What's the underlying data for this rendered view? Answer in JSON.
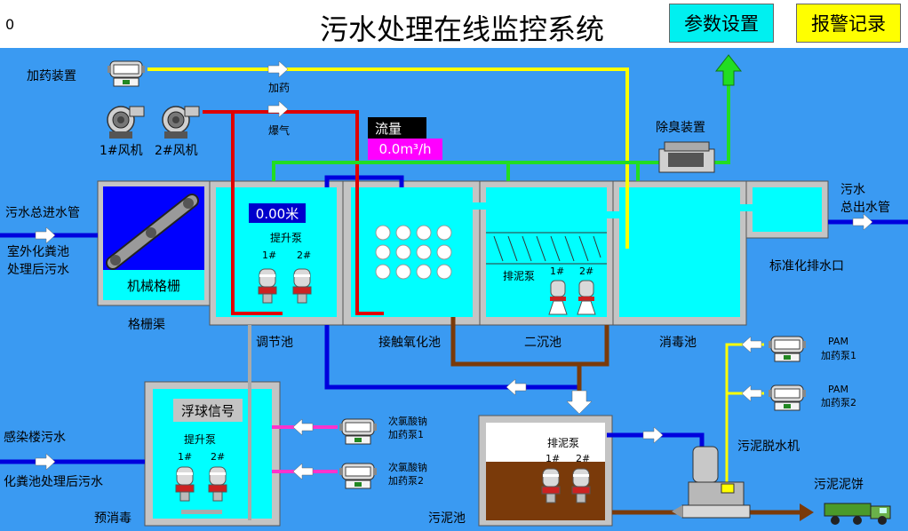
{
  "header": {
    "counter": "0",
    "title": "污水处理在线监控系统",
    "params_button": "参数设置",
    "alarm_button": "报警记录"
  },
  "equipment": {
    "dosing_device": "加药装置",
    "fan1": "1#风机",
    "fan2": "2#风机",
    "dosing_arrow": "加药",
    "aeration_arrow": "爆气",
    "deodorizer": "除臭装置",
    "flow_title": "流量",
    "flow_value": "0.0m³/h",
    "screen_machine": "机械格栅",
    "level_value": "0.00米",
    "lift_pump": "提升泵",
    "pump1": "1#",
    "pump2": "2#",
    "sludge_pump": "排泥泵",
    "float_signal": "浮球信号",
    "naclo_pump1_a": "次氯酸钠",
    "naclo_pump1_b": "加药泵1",
    "naclo_pump2_a": "次氯酸钠",
    "naclo_pump2_b": "加药泵2",
    "pam_pump1_a": "PAM",
    "pam_pump1_b": "加药泵1",
    "pam_pump2_a": "PAM",
    "pam_pump2_b": "加药泵2",
    "dewatering": "污泥脱水机",
    "sludge_cake": "污泥泥饼"
  },
  "tanks": {
    "screen_channel": "格栅渠",
    "regulating": "调节池",
    "contact_oxidation": "接触氧化池",
    "secondary_clarifier": "二沉池",
    "disinfection": "消毒池",
    "outlet": "标准化排水口",
    "pre_disinfection": "预消毒",
    "sludge_tank": "污泥池"
  },
  "flows": {
    "inlet_main": "污水总进水管",
    "inlet_septic_a": "室外化粪池",
    "inlet_septic_b": "处理后污水",
    "outlet_a": "污水",
    "outlet_b": "总出水管",
    "infect_a": "感染楼污水",
    "infect_b": "化粪池处理后污水"
  },
  "colors": {
    "background": "#3a9af2",
    "water": "#00ffff",
    "tank_frame": "#c4c4c4",
    "dosing_pipe": "#ffff00",
    "air_pipe": "#e00000",
    "odor_pipe": "#22dd22",
    "sewage_pipe": "#0000dd",
    "sludge_pipe": "#7a3a0a"
  }
}
